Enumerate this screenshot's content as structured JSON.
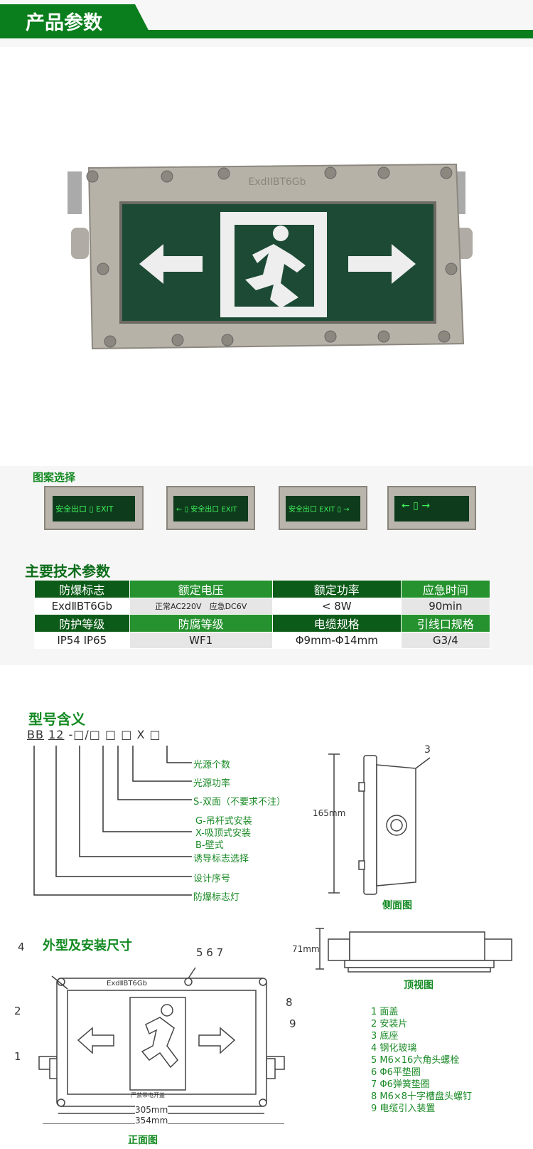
{
  "header": {
    "title": "产品参数"
  },
  "product": {
    "plate_text": "ExdIIBT6Gb"
  },
  "patterns": {
    "title": "图案选择",
    "items": [
      {
        "left": "安全出口",
        "right": "EXIT"
      },
      {
        "left": "←",
        "right": "安全出口 EXIT"
      },
      {
        "left": "安全出口 EXIT",
        "right": "→"
      },
      {
        "left": "←",
        "right": "→"
      }
    ]
  },
  "specs": {
    "title": "主要技术参数",
    "rows": [
      [
        "防爆标志",
        "额定电压",
        "额定功率",
        "应急时间"
      ],
      [
        "ExdⅡBT6Gb",
        "正常AC220V　应急DC6V",
        "< 8W",
        "90min"
      ],
      [
        "防护等级",
        "防腐等级",
        "电缆规格",
        "引线口规格"
      ],
      [
        "IP54  IP65",
        "WF1",
        "Φ9mm-Φ14mm",
        "G3/4"
      ]
    ]
  },
  "model": {
    "title": "型号含义",
    "code": [
      "BB",
      "12",
      "-",
      "□",
      "/",
      "□",
      "□",
      "□",
      "X",
      "□"
    ],
    "labels": [
      "光源个数",
      "光源功率",
      "S-双面（不要求不注）",
      "G-吊杆式安装",
      "X-吸顶式安装",
      "B-壁式",
      "诱导标志选择",
      "设计序号",
      "防爆标志灯"
    ]
  },
  "side_view": {
    "title": "侧面图",
    "height": "165mm",
    "callout": "3"
  },
  "top_view": {
    "title": "顶视图",
    "height": "71mm"
  },
  "front_view": {
    "title": "外型及安装尺寸",
    "caption": "正面图",
    "plate": "ExdⅡBT6Gb",
    "bottom_text": "严禁带电开盖",
    "w_inner": "305mm",
    "w_outer": "354mm",
    "callouts": [
      "4",
      "5 6 7",
      "2",
      "8",
      "9",
      "1"
    ]
  },
  "parts": [
    "1 面盖",
    "2 安装片",
    "3 底座",
    "4 钢化玻璃",
    "5 M6×16六角头螺栓",
    "6 Φ6平垫圈",
    "7 Φ6弹簧垫圈",
    "8 M6×8十字槽盘头螺钉",
    "9 电缆引入装置"
  ]
}
